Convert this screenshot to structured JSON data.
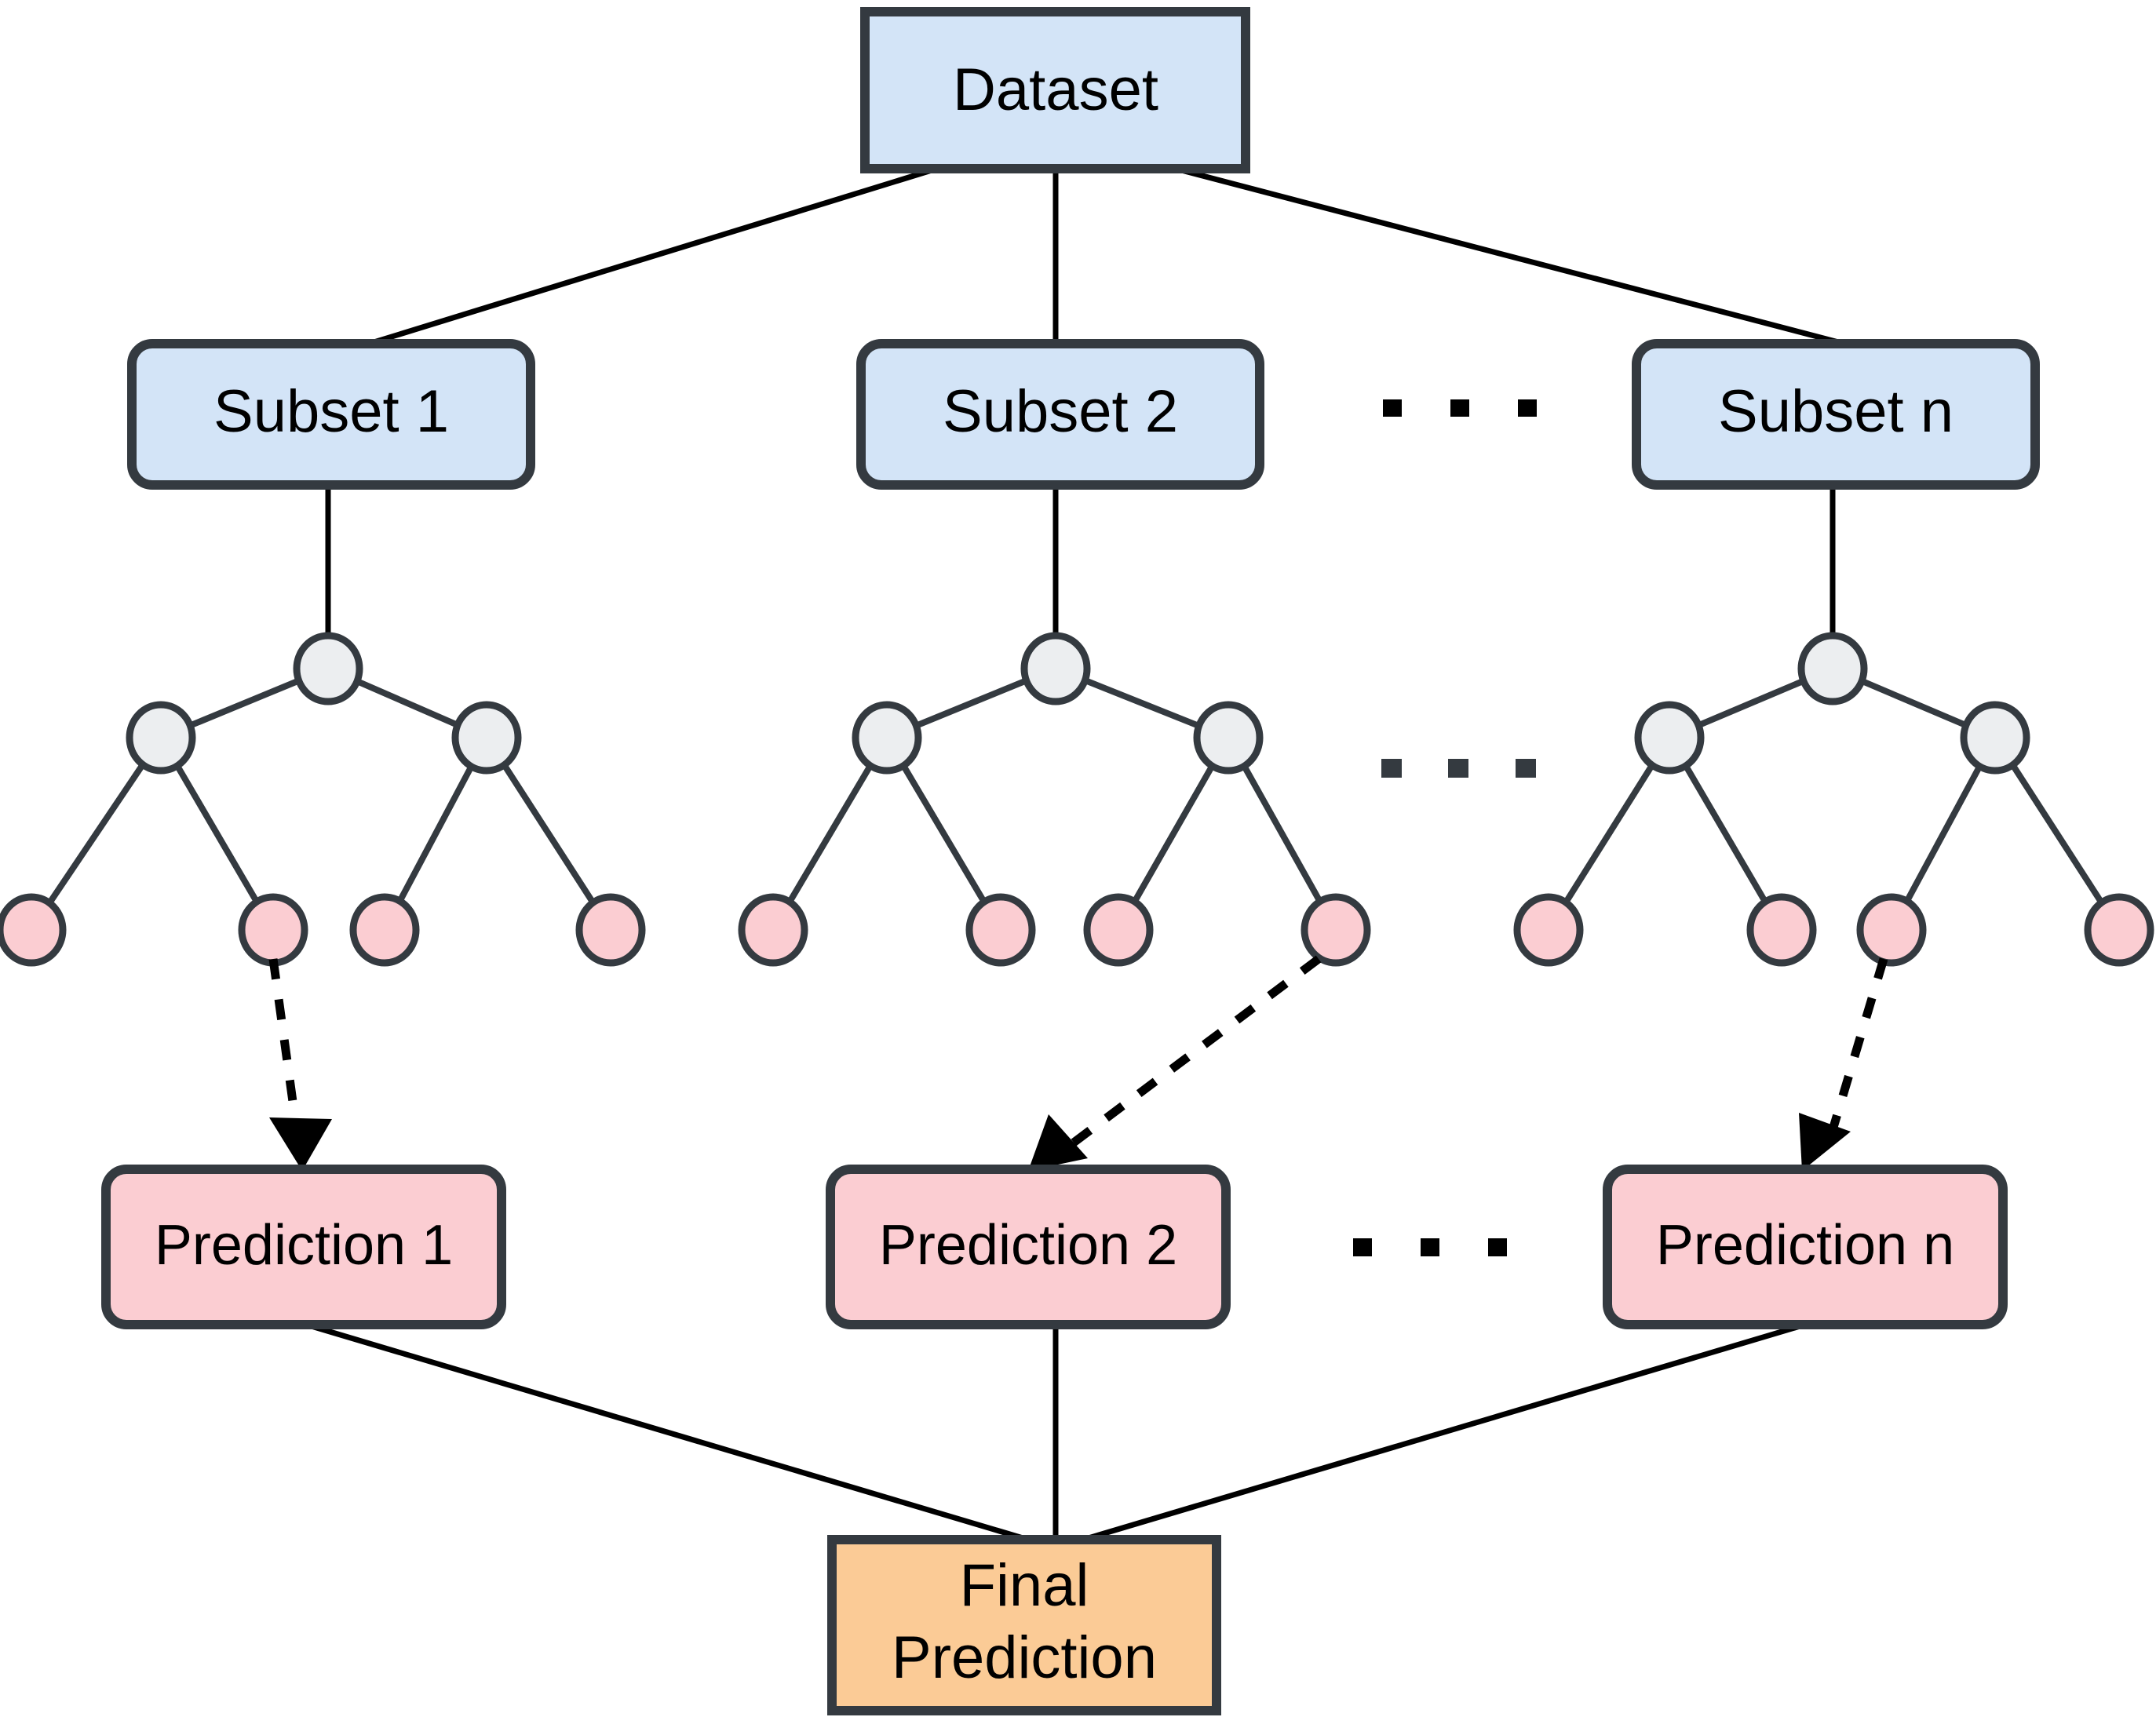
{
  "diagram": {
    "title": "Random Forest / Bagging Ensemble Diagram",
    "colors": {
      "dataset_fill": "#d3e4f7",
      "subset_fill": "#d3e4f7",
      "prediction_fill": "#fbcdd2",
      "final_fill": "#fbcb96",
      "node_internal_fill": "#eceef0",
      "node_leaf_fill": "#fbcdd2",
      "border": "#343a40",
      "edge": "#000000"
    },
    "root": {
      "label": "Dataset"
    },
    "subsets": [
      {
        "label": "Subset 1"
      },
      {
        "label": "Subset 2"
      },
      {
        "label": "Subset n"
      }
    ],
    "predictions": [
      {
        "label": "Prediction 1"
      },
      {
        "label": "Prediction 2"
      },
      {
        "label": "Prediction n"
      }
    ],
    "final": {
      "line1": "Final",
      "line2": "Prediction"
    },
    "ellipses": [
      {
        "name": "subset-row-ellipsis",
        "glyph": "..."
      },
      {
        "name": "tree-row-ellipsis",
        "glyph": "..."
      },
      {
        "name": "prediction-row-ellipsis",
        "glyph": "..."
      }
    ],
    "trees": [
      {
        "name": "tree-1",
        "internal_nodes": 3,
        "leaf_nodes": 4
      },
      {
        "name": "tree-2",
        "internal_nodes": 3,
        "leaf_nodes": 4
      },
      {
        "name": "tree-n",
        "internal_nodes": 3,
        "leaf_nodes": 4
      }
    ]
  }
}
